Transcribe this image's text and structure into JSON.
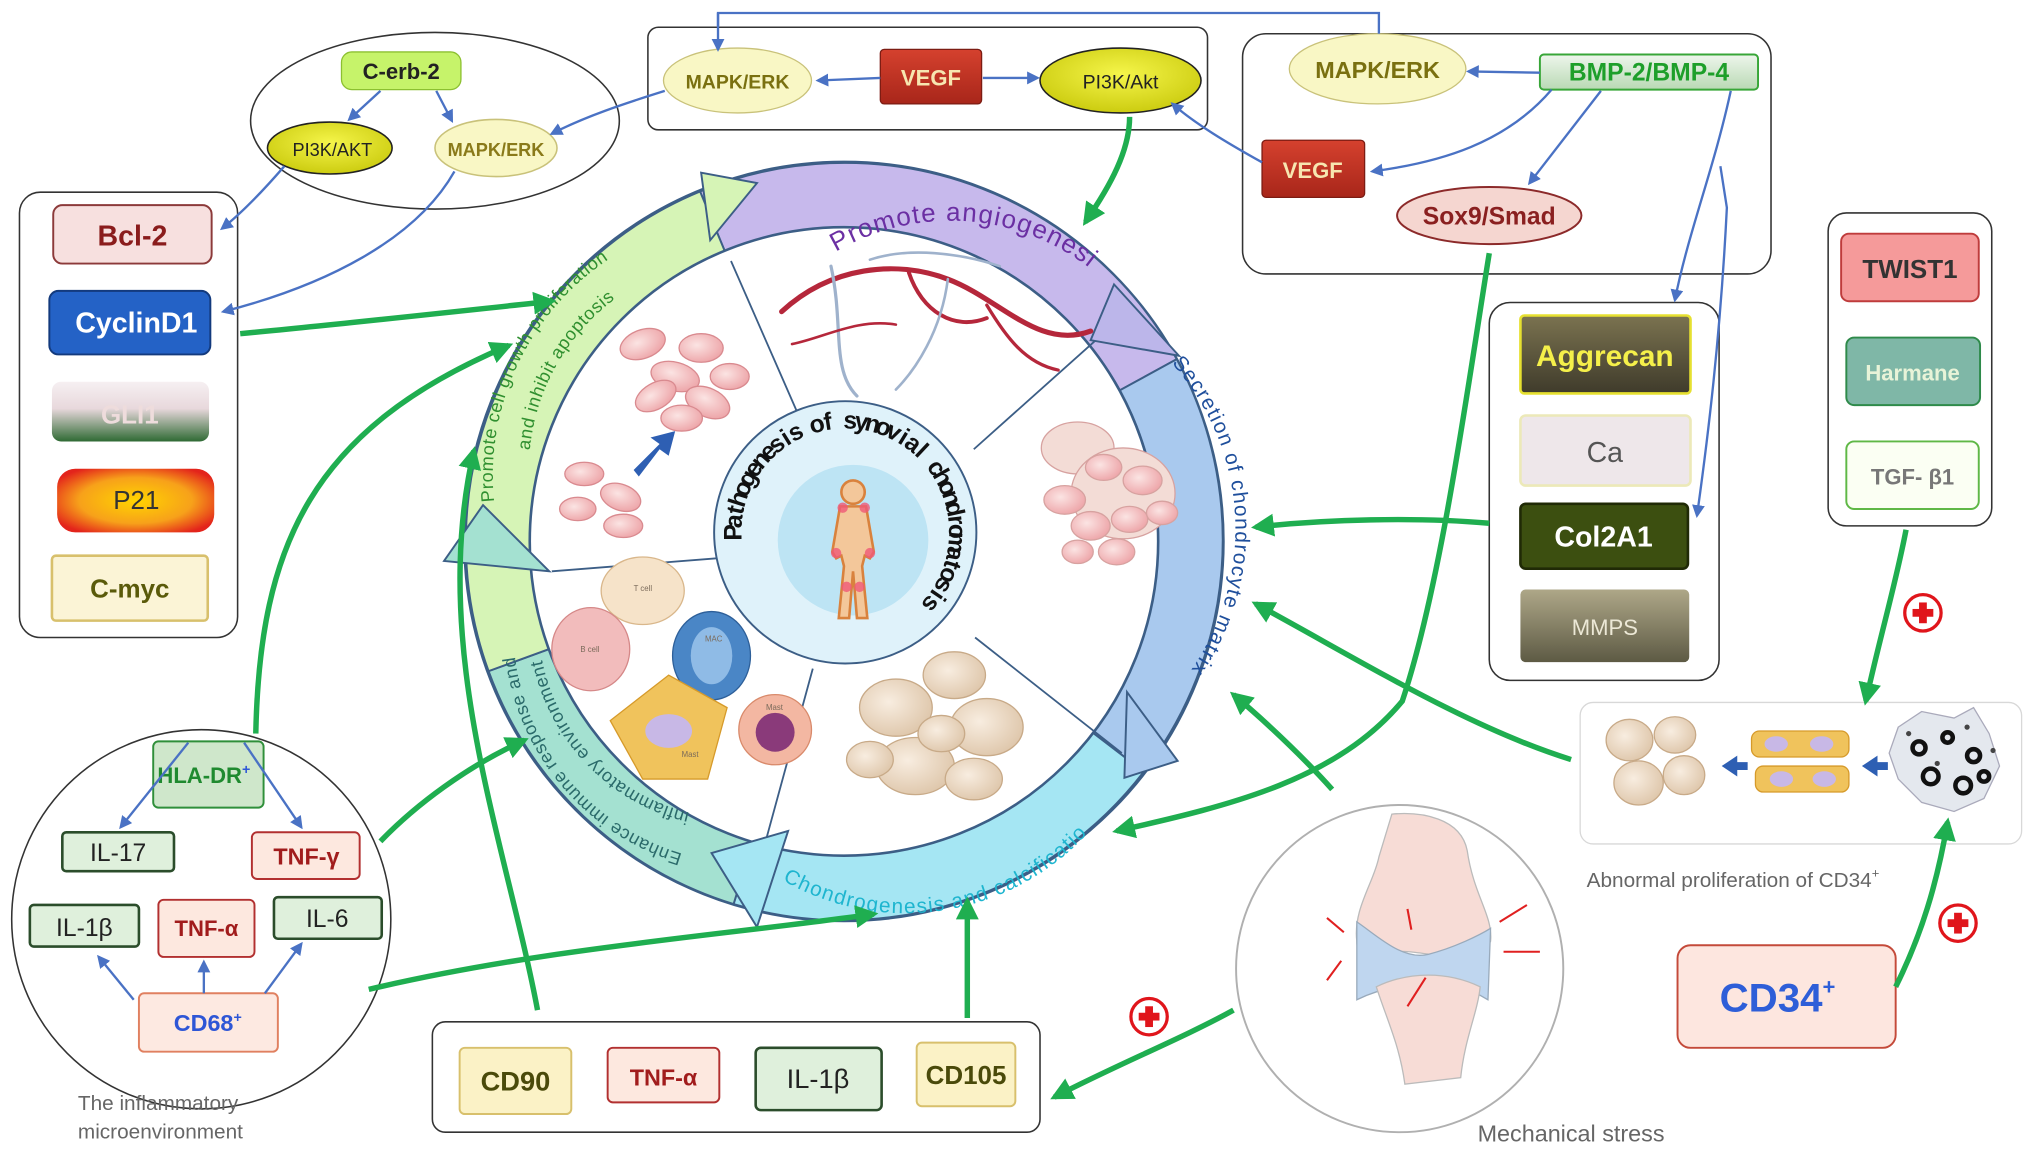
{
  "center_title": "Pathogenesis of synovial chondromatosis",
  "ring_sections": {
    "angiogenesis": "Promote angiogenesis",
    "matrix": "Secretion of chondrocyte matrix",
    "calcification": "Chondrogenesis and calcification",
    "immune_line1": "Enhance immune response and",
    "immune_line2": "inflammatory environment",
    "growth_line1": "Promote cell growth proliferation",
    "growth_line2": "and inhibit apoptosis"
  },
  "cerb_cluster": {
    "cerb2": "C-erb-2",
    "pi3k": "PI3K/AKT",
    "mapk": "MAPK/ERK"
  },
  "vegf_box": {
    "mapk": "MAPK/ERK",
    "vegf": "VEGF",
    "pi3k": "PI3K/Akt"
  },
  "bmp_box": {
    "mapk": "MAPK/ERK",
    "bmp": "BMP-2/BMP-4",
    "vegf": "VEGF",
    "sox9": "Sox9/Smad"
  },
  "left_genes": [
    "Bcl-2",
    "CyclinD1",
    "GLI1",
    "P21",
    "C-myc"
  ],
  "matrix_genes": [
    "Aggrecan",
    "Ca",
    "Col2A1",
    "MMPS"
  ],
  "twist_box": [
    "TWIST1",
    "Harmane",
    "TGF- β1"
  ],
  "inflammatory": {
    "hla_base": "HLA-DR",
    "hla_sup": "+",
    "il17": "IL-17",
    "tnfg": "TNF-γ",
    "il1b": "IL-1β",
    "tnfa": "TNF-α",
    "il6": "IL-6",
    "cd68_base": "CD68",
    "cd68_sup": "+",
    "label_line1": "The inflammatory",
    "label_line2": "microenvironment"
  },
  "bottom_markers": [
    "CD90",
    "TNF-α",
    "IL-1β",
    "CD105"
  ],
  "cd34": {
    "base": "CD34",
    "sup": "+"
  },
  "cd34_caption": {
    "base": "Abnormal proliferation of CD34",
    "sup": "+"
  },
  "mechanical_label": "Mechanical stress",
  "cell_labels": [
    "T cell",
    "B cell",
    "MAC",
    "Mast",
    "Mast"
  ],
  "colors": {
    "arrow_green": "#1fae50",
    "arrow_blue": "#4a72c4",
    "plus_red": "#e0151b"
  }
}
